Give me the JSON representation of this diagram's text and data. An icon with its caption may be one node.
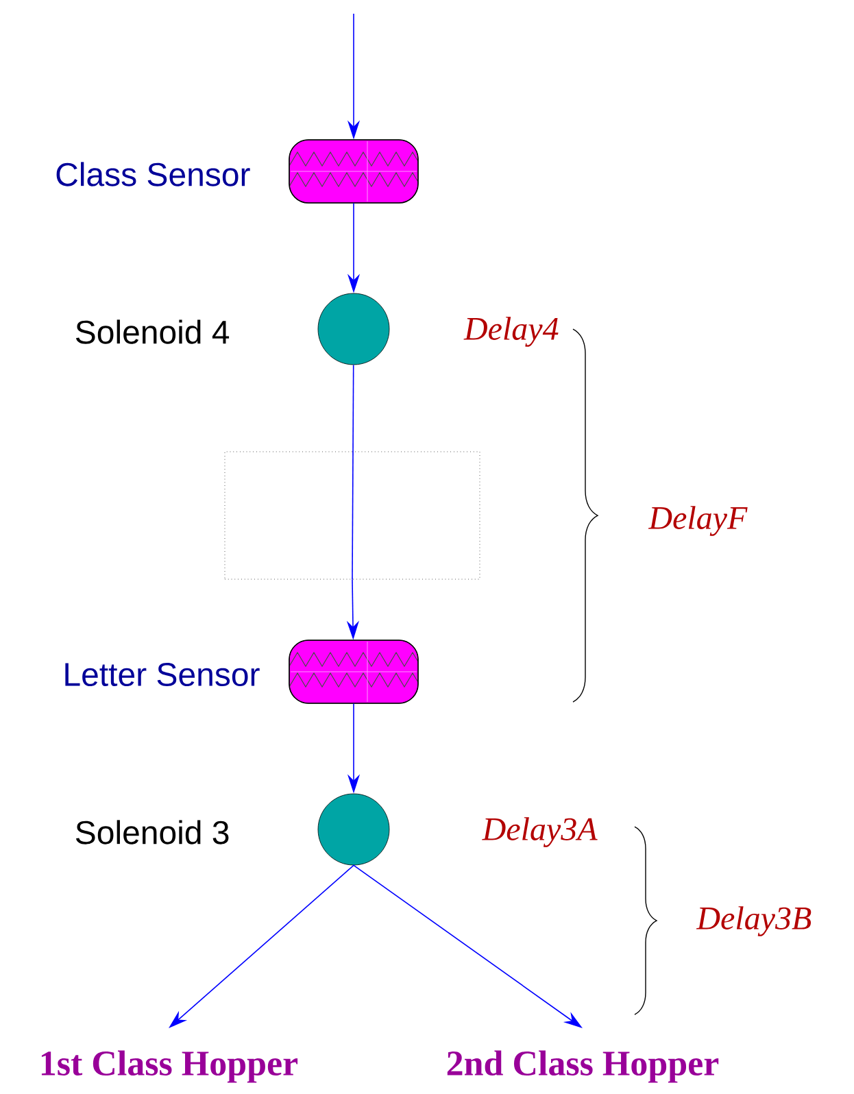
{
  "diagram": {
    "nodes": [
      {
        "text": [],
        "shape": "box",
        "beside": [
          "Class Sensor"
        ]
      },
      {
        "text": [],
        "shape": "circle",
        "beside": [
          "Solenoid 4"
        ]
      },
      {
        "text": [],
        "shape": "box"
      },
      {
        "text": [],
        "shape": "box",
        "beside": [
          "Letter Sensor"
        ]
      },
      {
        "text": [],
        "shape": "circle",
        "beside": [
          "Solenoid 3"
        ]
      },
      {
        "text": [
          "1st Class Hopper"
        ]
      },
      {
        "text": [
          "2nd Class Hopper"
        ]
      }
    ],
    "edges": [
      {
        "from": null,
        "to": 0,
        "arrow": "to"
      },
      {
        "from": 0,
        "to": 1,
        "arrow": "to"
      },
      {
        "from": 1,
        "to": 2,
        "arrow": "none"
      },
      {
        "from": 2,
        "to": 3,
        "arrow": "to"
      },
      {
        "from": 3,
        "to": 4,
        "arrow": "to"
      },
      {
        "from": 4,
        "to": 5,
        "arrow": "to"
      },
      {
        "from": 4,
        "to": 6,
        "arrow": "to"
      }
    ],
    "labels": [
      "Delay4",
      "DelayF",
      "Delay3A",
      "Delay3B"
    ]
  }
}
